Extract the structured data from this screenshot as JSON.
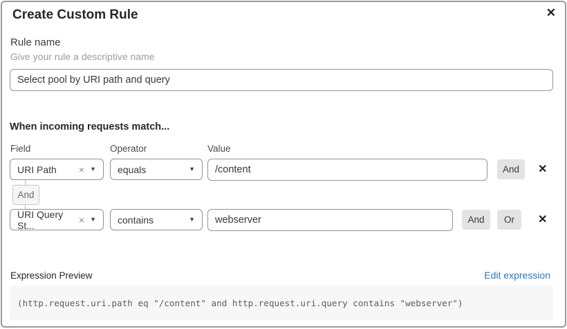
{
  "dialog": {
    "title": "Create Custom Rule"
  },
  "icons": {
    "close": "✕",
    "remove": "✕",
    "clear": "×",
    "caret_down": "▼"
  },
  "rule_name": {
    "label": "Rule name",
    "helper": "Give your rule a descriptive name",
    "value": "Select pool by URI path and query"
  },
  "match": {
    "heading": "When incoming requests match...",
    "columns": [
      "Field",
      "Operator",
      "Value"
    ],
    "joiner": "And",
    "rows": [
      {
        "field": "URI Path",
        "operator": "equals",
        "value": "/content",
        "buttons": [
          "And"
        ]
      },
      {
        "field": "URI Query St...",
        "operator": "contains",
        "value": "webserver",
        "buttons": [
          "And",
          "Or"
        ]
      }
    ]
  },
  "expression": {
    "label": "Expression Preview",
    "edit_link": "Edit expression",
    "code": "(http.request.uri.path eq \"/content\" and http.request.uri.query contains \"webserver\")"
  },
  "colors": {
    "link_blue": "#2779bd",
    "button_gray": "#e3e3e3",
    "code_bg": "#f7f7f7",
    "border_gray": "#8f8f8f"
  }
}
